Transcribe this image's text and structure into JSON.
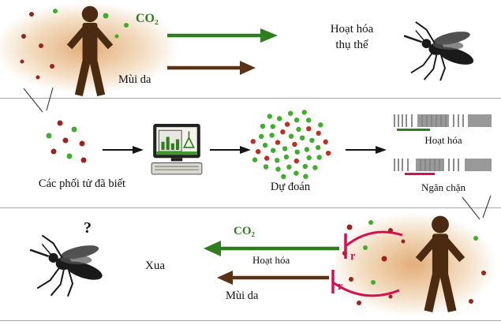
{
  "diagram": {
    "top": {
      "co2": "CO₂",
      "skin_odor": "Mùi da",
      "receptor_activation_l1": "Hoạt hóa",
      "receptor_activation_l2": "thụ thể"
    },
    "middle": {
      "known_ligands": "Các phối tử đã biết",
      "prediction": "Dự đoán",
      "activation": "Hoạt hóa",
      "inhibition": "Ngăn chặn"
    },
    "bottom": {
      "question_mark": "?",
      "repel": "Xua",
      "co2": "CO₂",
      "activation": "Hoạt hóa",
      "skin_odor": "Mùi da",
      "r1": "r",
      "r2": "r"
    }
  },
  "colors": {
    "arrow_green": "#2e7d1e",
    "arrow_brown": "#5a3317",
    "dot_green": "#3fae2a",
    "dot_red": "#9b241c",
    "cluster_red": "#c03020",
    "inhibition_red": "#d60f52",
    "gene_gray": "#999999",
    "person_brown": "#4a2a10",
    "skin_tan": "#e8c089"
  },
  "cluster": {
    "count": 46,
    "red_indices": [
      0,
      4,
      7,
      11,
      15,
      18,
      22,
      26,
      30,
      34,
      38,
      42
    ]
  }
}
